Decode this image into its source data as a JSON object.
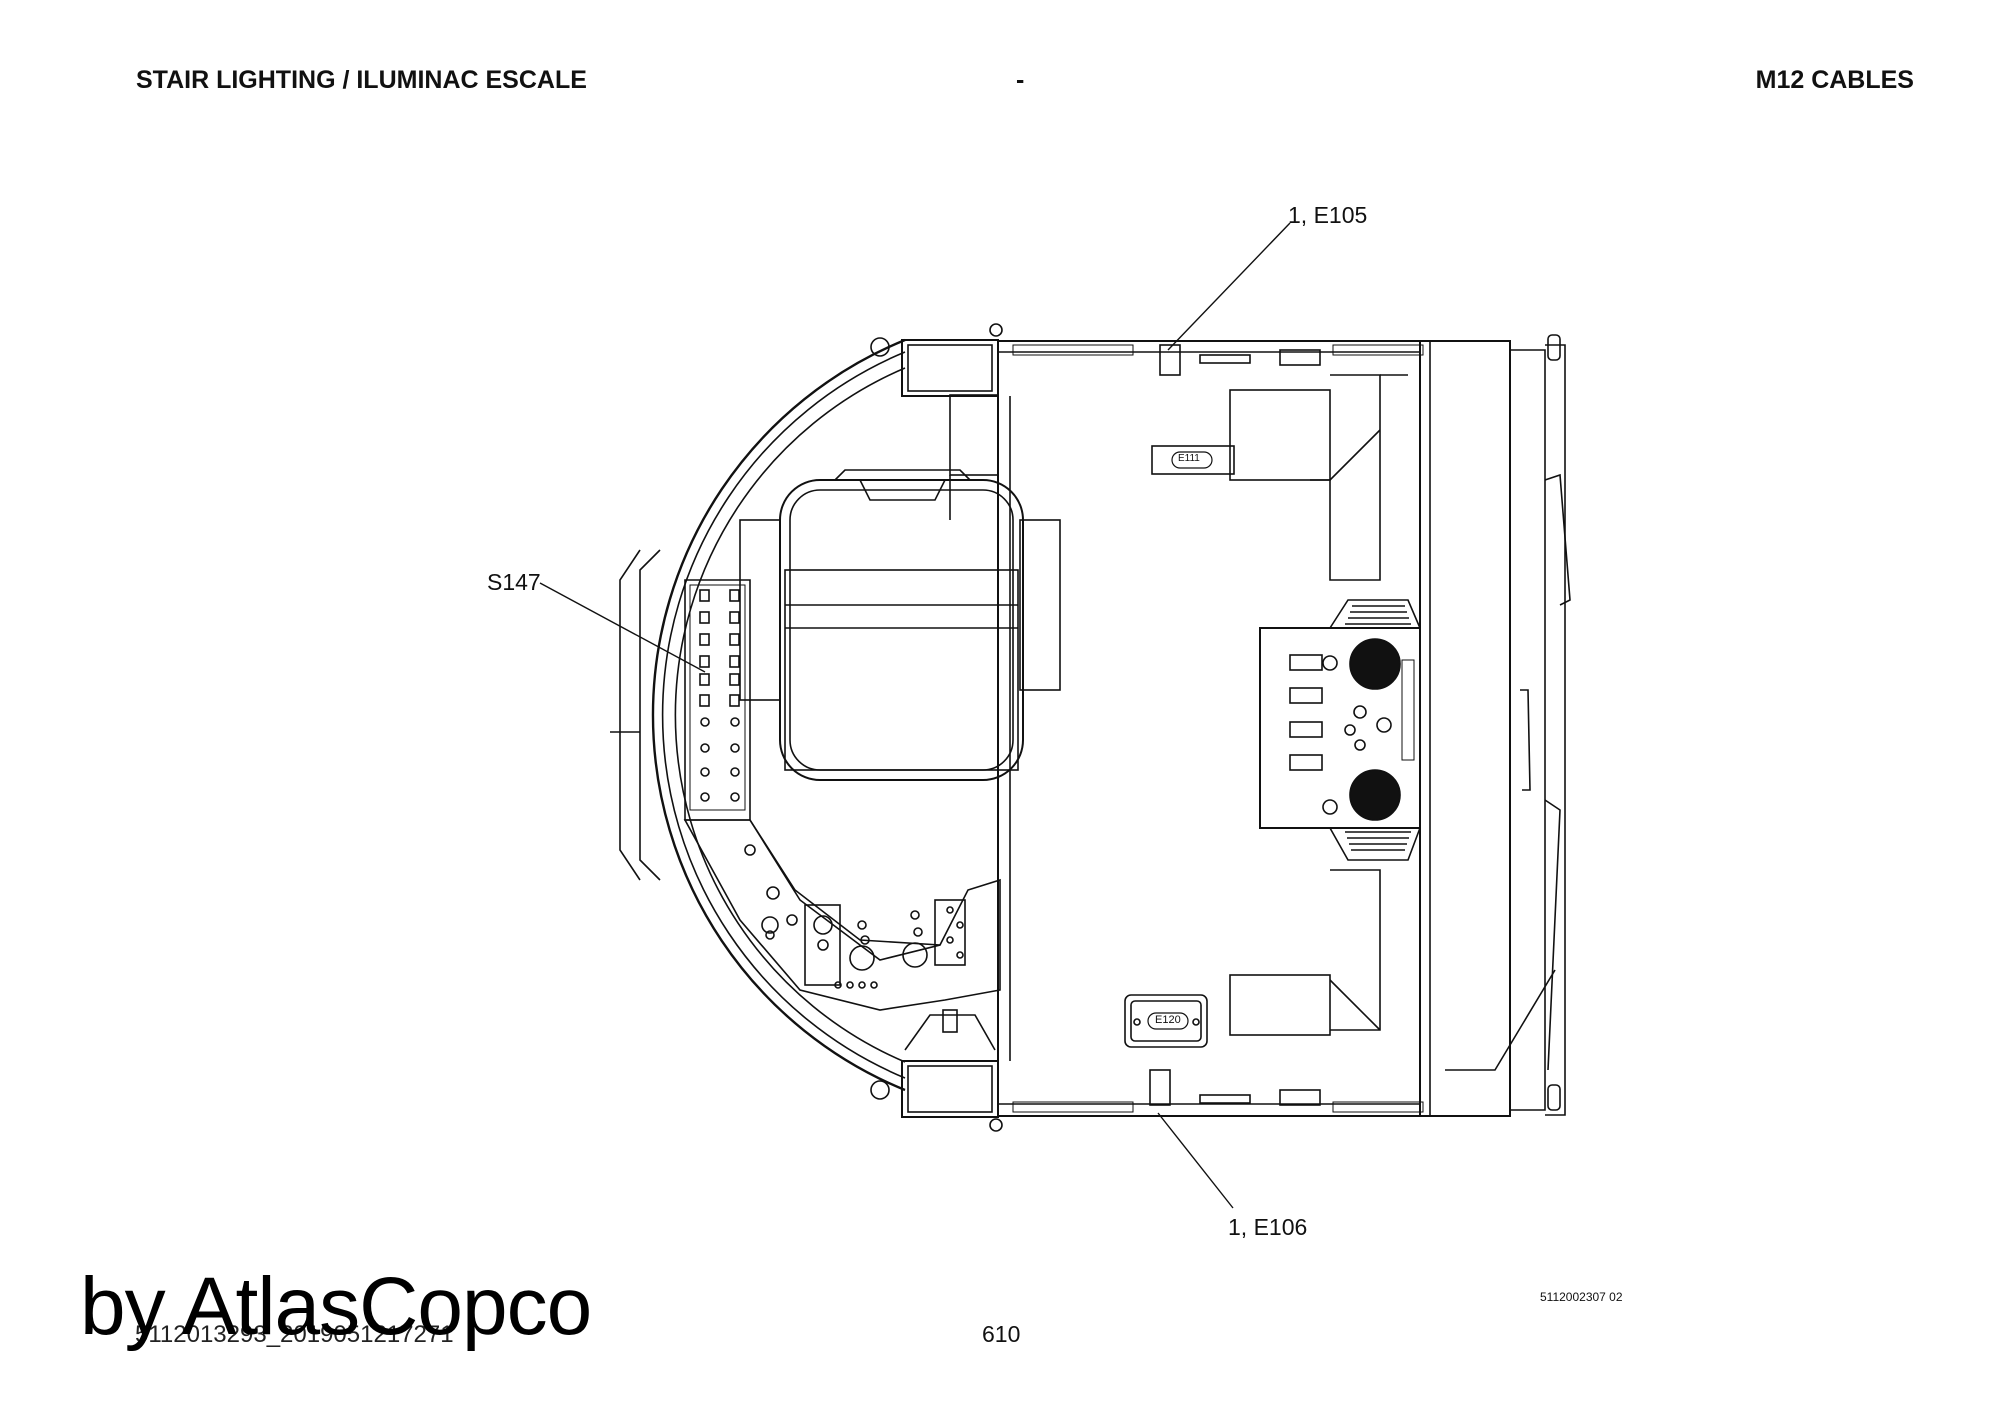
{
  "header": {
    "left_title": "STAIR LIGHTING / ILUMINAC ESCALE",
    "center": "-",
    "right_title": "M12 CABLES"
  },
  "callouts": {
    "e105": "1, E105",
    "s147": "S147",
    "e106": "1, E106"
  },
  "labels": {
    "e111": "E111",
    "e120": "E120"
  },
  "footer": {
    "drawing_number": "5112002307 02",
    "page_number": "610",
    "doc_ref": "5112013293_2019051217271",
    "watermark": "by AtlasCopco"
  },
  "colors": {
    "ink": "#111111",
    "background": "#ffffff"
  }
}
